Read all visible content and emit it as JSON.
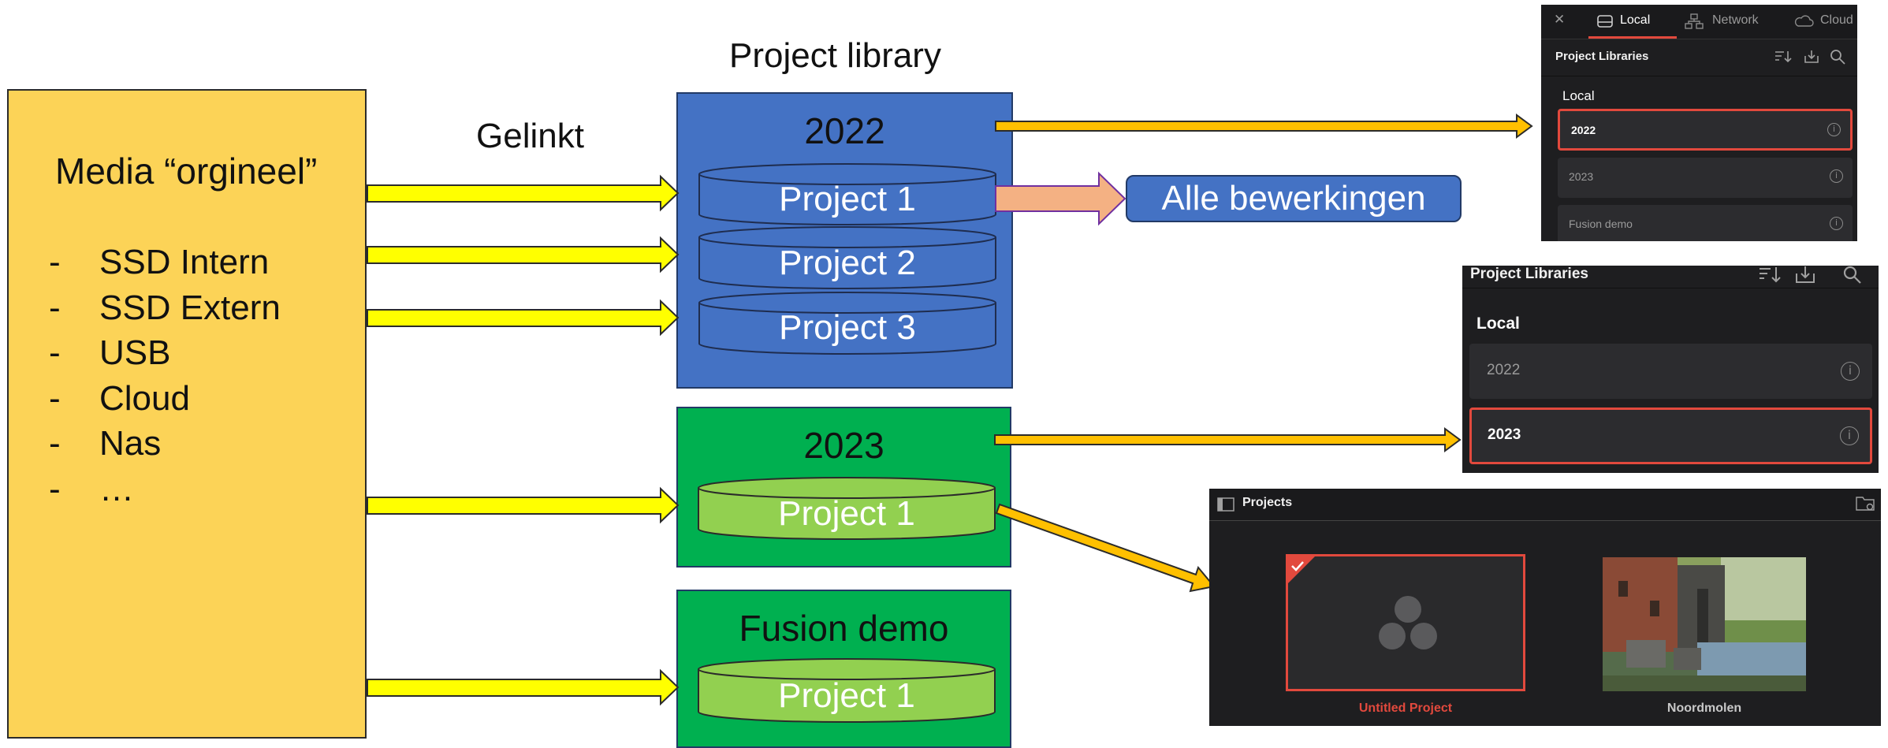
{
  "media": {
    "title": "Media “orgineel”",
    "items": [
      {
        "dash": "-",
        "label": "SSD Intern"
      },
      {
        "dash": "-",
        "label": "SSD Extern"
      },
      {
        "dash": "-",
        "label": "USB"
      },
      {
        "dash": "-",
        "label": "Cloud"
      },
      {
        "dash": "-",
        "label": "Nas"
      },
      {
        "dash": "-",
        "label": "…"
      }
    ]
  },
  "labels": {
    "project_library": "Project library",
    "gelinkt": "Gelinkt",
    "alle_bewerkingen": "Alle bewerkingen"
  },
  "libraries": [
    {
      "title": "2022",
      "projects": [
        "Project 1",
        "Project 2",
        "Project 3"
      ]
    },
    {
      "title": "2023",
      "projects": [
        "Project 1"
      ]
    },
    {
      "title": "Fusion demo",
      "projects": [
        "Project 1"
      ]
    }
  ],
  "colors": {
    "media_fill": "#fcd357",
    "lib_2022": "#4472c4",
    "lib_green": "#00b050",
    "cyl_green": "#92d050",
    "yellow_arrow": "#ffff00",
    "orange_arrow": "#ffc000",
    "salmon_arrow": "#f4b183",
    "highlight_red": "#e2493d"
  },
  "panel1": {
    "close_icon": "✕",
    "tabs": [
      {
        "icon": "drive-icon",
        "label": "Local",
        "active": true
      },
      {
        "icon": "network-icon",
        "label": "Network",
        "active": false
      },
      {
        "icon": "cloud-icon",
        "label": "Cloud",
        "active": false
      }
    ],
    "header": "Project Libraries",
    "section": "Local",
    "rows": [
      {
        "label": "2022",
        "selected": true
      },
      {
        "label": "2023",
        "selected": false
      },
      {
        "label": "Fusion demo",
        "selected": false
      }
    ]
  },
  "panel2": {
    "header": "Project Libraries",
    "section": "Local",
    "rows": [
      {
        "label": "2022",
        "selected": false
      },
      {
        "label": "2023",
        "selected": true
      }
    ]
  },
  "panel3": {
    "header": "Projects",
    "projects": [
      {
        "label": "Untitled Project",
        "selected": true
      },
      {
        "label": "Noordmolen",
        "selected": false
      }
    ]
  }
}
